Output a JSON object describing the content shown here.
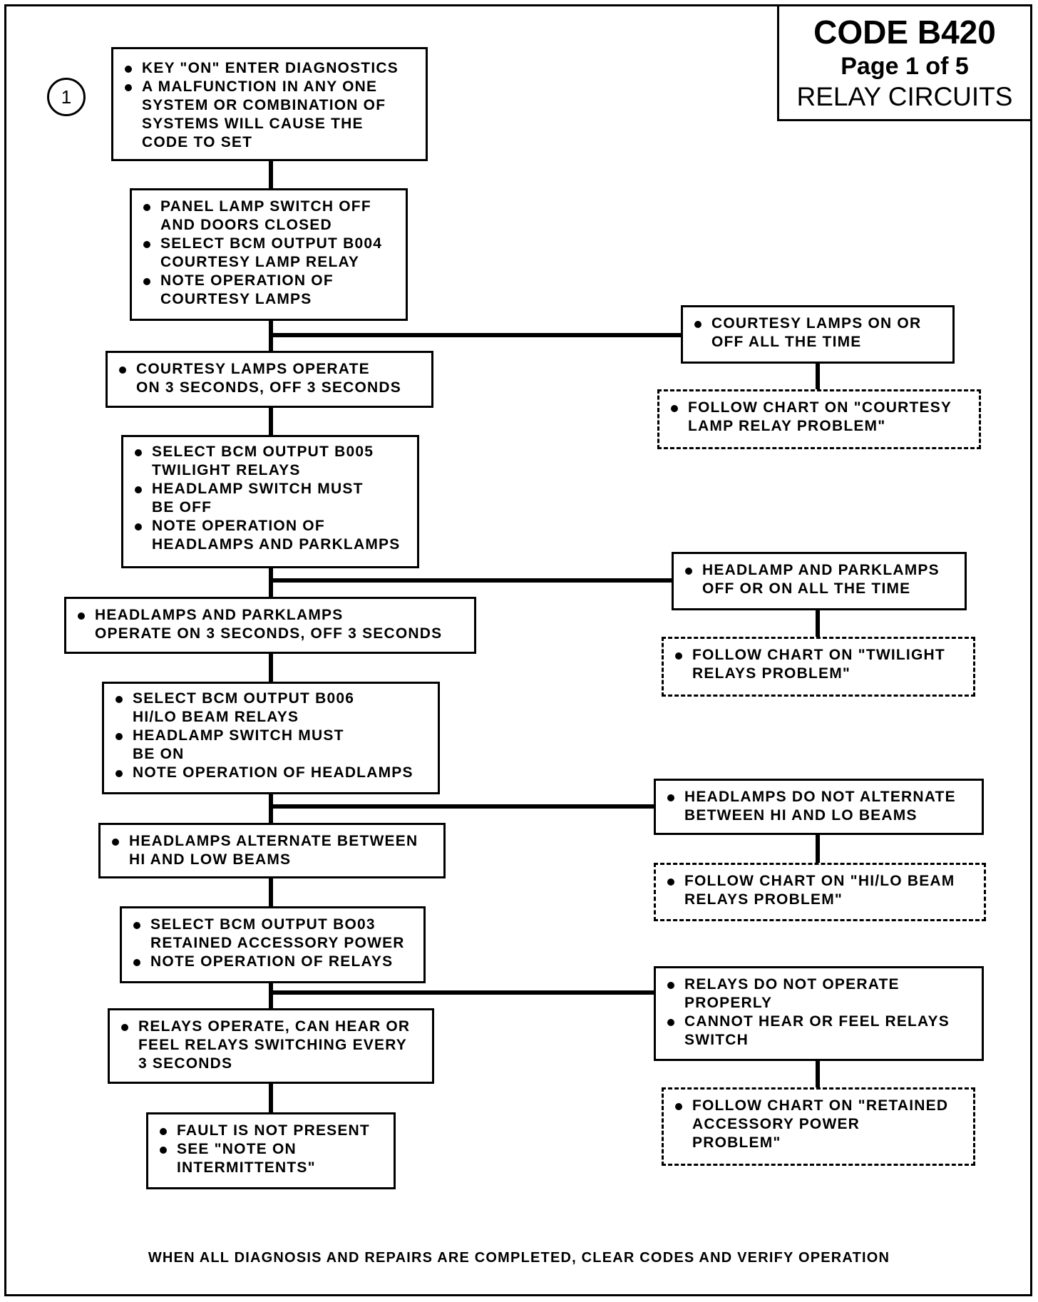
{
  "header": {
    "code": "CODE B420",
    "page": "Page 1 of 5",
    "subtitle": "RELAY CIRCUITS"
  },
  "step_number": "1",
  "boxes": {
    "start": [
      "KEY \"ON\" ENTER DIAGNOSTICS",
      "A MALFUNCTION IN ANY ONE\nSYSTEM OR COMBINATION OF\nSYSTEMS WILL CAUSE THE\nCODE TO SET"
    ],
    "courtesy_test": [
      "PANEL LAMP SWITCH OFF\nAND DOORS CLOSED",
      "SELECT BCM OUTPUT B004\nCOURTESY LAMP RELAY",
      "NOTE OPERATION OF\nCOURTESY LAMPS"
    ],
    "courtesy_ok": [
      "COURTESY LAMPS OPERATE\nON 3 SECONDS, OFF 3 SECONDS"
    ],
    "courtesy_fail": [
      "COURTESY LAMPS ON OR\nOFF ALL THE TIME"
    ],
    "courtesy_chart": [
      "FOLLOW CHART ON \"COURTESY\nLAMP RELAY PROBLEM\""
    ],
    "twilight_test": [
      "SELECT BCM OUTPUT B005\nTWILIGHT RELAYS",
      "HEADLAMP SWITCH MUST\nBE OFF",
      "NOTE OPERATION OF\nHEADLAMPS AND PARKLAMPS"
    ],
    "twilight_ok": [
      "HEADLAMPS AND PARKLAMPS\nOPERATE ON 3 SECONDS, OFF 3 SECONDS"
    ],
    "twilight_fail": [
      "HEADLAMP AND PARKLAMPS\nOFF OR ON ALL THE TIME"
    ],
    "twilight_chart": [
      "FOLLOW CHART ON \"TWILIGHT\nRELAYS PROBLEM\""
    ],
    "beam_test": [
      "SELECT BCM OUTPUT B006\nHI/LO BEAM RELAYS",
      "HEADLAMP SWITCH MUST\nBE ON",
      "NOTE OPERATION OF HEADLAMPS"
    ],
    "beam_ok": [
      "HEADLAMPS ALTERNATE BETWEEN\nHI AND LOW BEAMS"
    ],
    "beam_fail": [
      "HEADLAMPS DO NOT ALTERNATE\nBETWEEN HI AND LO BEAMS"
    ],
    "beam_chart": [
      "FOLLOW CHART ON \"HI/LO BEAM\nRELAYS PROBLEM\""
    ],
    "rap_test": [
      "SELECT BCM OUTPUT BO03\nRETAINED ACCESSORY POWER",
      "NOTE OPERATION OF RELAYS"
    ],
    "rap_ok": [
      "RELAYS OPERATE, CAN HEAR OR\nFEEL RELAYS SWITCHING EVERY\n3 SECONDS"
    ],
    "rap_fail": [
      "RELAYS DO NOT OPERATE\nPROPERLY",
      "CANNOT HEAR OR FEEL RELAYS\nSWITCH"
    ],
    "rap_chart": [
      "FOLLOW CHART ON \"RETAINED\nACCESSORY POWER\nPROBLEM\""
    ],
    "end": [
      "FAULT IS NOT PRESENT",
      "SEE \"NOTE ON\nINTERMITTENTS\""
    ]
  },
  "footer": "WHEN ALL DIAGNOSIS AND REPAIRS ARE COMPLETED, CLEAR CODES AND VERIFY OPERATION"
}
